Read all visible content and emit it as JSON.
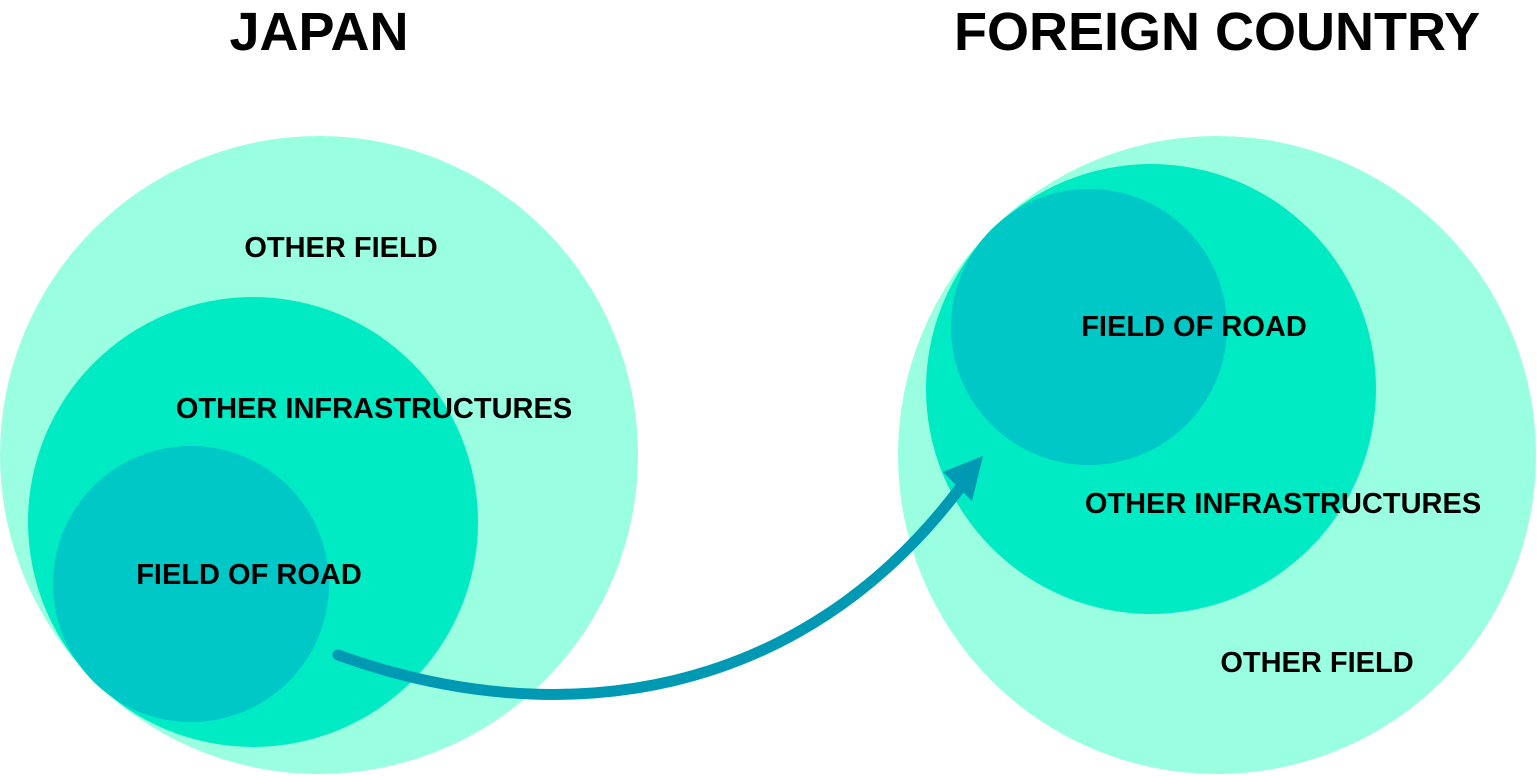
{
  "colors": {
    "outer": "#99FFE0",
    "middle": "#00EAC3",
    "inner": "#00C8C6",
    "arrow": "#0099B4",
    "text": "#000000"
  },
  "left": {
    "title": "JAPAN",
    "outer_label": "OTHER FIELD",
    "middle_label": "OTHER INFRASTRUCTURES",
    "inner_label": "FIELD OF ROAD"
  },
  "right": {
    "title": "FOREIGN COUNTRY",
    "inner_label": "FIELD OF ROAD",
    "middle_label": "OTHER INFRASTRUCTURES",
    "outer_label": "OTHER FIELD"
  },
  "arrow": {
    "from": "left.inner",
    "to": "right.inner",
    "meaning": "expansion from Japan's road field to foreign country"
  }
}
